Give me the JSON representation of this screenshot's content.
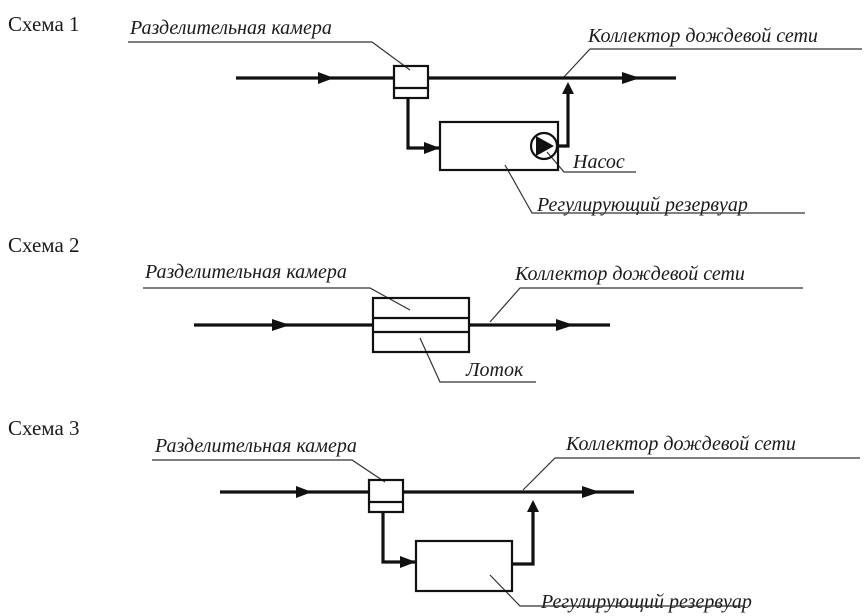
{
  "scheme1": {
    "title": "Схема 1",
    "separation_chamber": "Разделительная камера",
    "collector": "Коллектор дождевой сети",
    "pump": "Насос",
    "reservoir": "Регулирующий резервуар"
  },
  "scheme2": {
    "title": "Схема 2",
    "separation_chamber": "Разделительная камера",
    "collector": "Коллектор дождевой сети",
    "tray": "Лоток"
  },
  "scheme3": {
    "title": "Схема 3",
    "separation_chamber": "Разделительная камера",
    "collector": "Коллектор дождевой сети",
    "reservoir": "Регулирующий резервуар"
  }
}
